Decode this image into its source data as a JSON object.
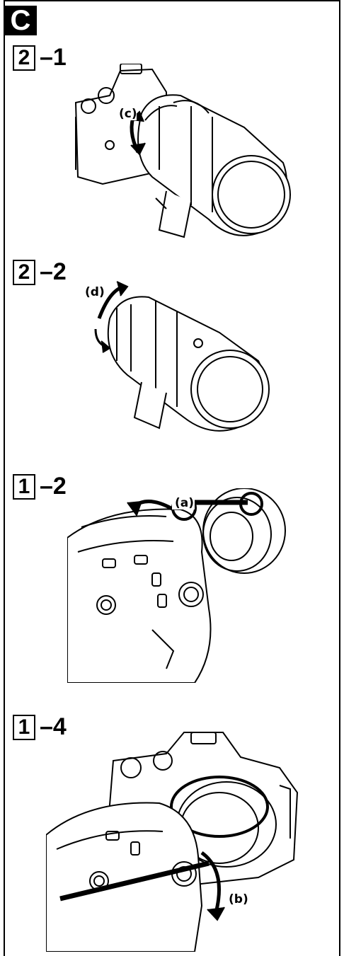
{
  "section_badge": "C",
  "steps": [
    {
      "box": "2",
      "suffix": "–1",
      "callout": "(c)"
    },
    {
      "box": "2",
      "suffix": "–2",
      "callout": "(d)"
    },
    {
      "box": "1",
      "suffix": "–2",
      "callout": "(a)"
    },
    {
      "box": "1",
      "suffix": "–4",
      "callout": "(b)"
    }
  ],
  "icons": [
    "camera-with-lens",
    "lens-with-adapter",
    "lens-detach-adapter",
    "camera-mount-adapter"
  ]
}
